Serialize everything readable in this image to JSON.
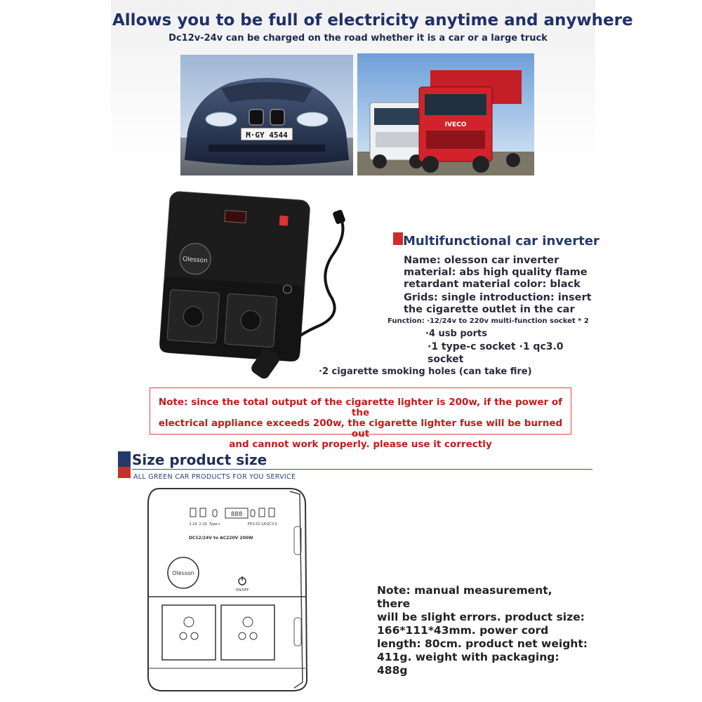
{
  "header": {
    "title": "Allows you to be full of electricity anytime and anywhere",
    "subtitle": "Dc12v-24v can be charged on the road whether it is a car or a large truck"
  },
  "images": {
    "car": {
      "plate": "M·GY 4544"
    },
    "truck": {
      "brand": "IVECO"
    }
  },
  "product": {
    "brand": "Olesson",
    "model_text": "DC12/24V to AC220V 200W",
    "display": "888",
    "port_labels_left": [
      "2.1A",
      "2.1A",
      "Type-c"
    ],
    "port_labels_right": [
      "PD3.0",
      "2.1A",
      "QC3.0"
    ],
    "power_label": "ON/OFF"
  },
  "features": {
    "heading": "Multifunctional car inverter",
    "name_line": "Name: olesson car inverter",
    "material_line1": "material: abs high quality flame",
    "material_line2": "retardant material color: black",
    "grids_line1": "Grids: single introduction: insert",
    "grids_line2": "the cigarette outlet in the car",
    "function_line": "Function: ·12/24v to 220v multi-function socket * 2",
    "usb_line": "·4 usb ports",
    "typec_line1": "·1 type-c socket ·1 qc3.0",
    "typec_line2": "socket",
    "cig_line": "·2 cigarette smoking holes (can take fire)"
  },
  "note": {
    "line1": "Note: since the total output of the cigarette lighter is 200w, if the power of the",
    "line2": "electrical appliance exceeds 200w, the cigarette lighter fuse will be burned out",
    "line3": "and cannot work properly. please use it correctly"
  },
  "size_section": {
    "title": "Size product size",
    "subtitle": "ALL GREEN CAR PRODUCTS  FOR YOU SERVICE"
  },
  "measurement": {
    "line1": "Note: manual measurement, there",
    "line2": "will be slight errors. product size:",
    "line3": "166*111*43mm. power cord",
    "line4": "length: 80cm. product net weight:",
    "line5": "411g. weight with packaging:",
    "line6": "488g"
  },
  "colors": {
    "title": "#1f2f6b",
    "note_red": "#c41a1a",
    "accent_red": "#c8302b",
    "accent_blue": "#24386b"
  }
}
